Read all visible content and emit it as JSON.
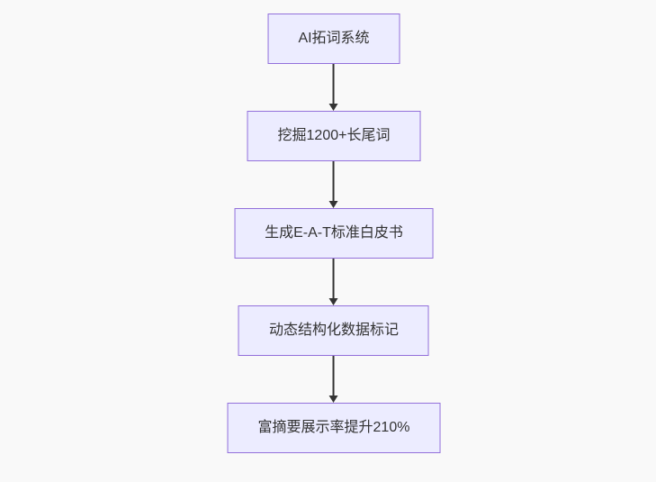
{
  "diagram": {
    "type": "flowchart",
    "direction": "top-down",
    "colors": {
      "background": "#f9f9f9",
      "node_fill": "#ECECFF",
      "node_border": "#9370DB",
      "edge": "#333333",
      "text": "#333333"
    },
    "nodes": [
      {
        "label": "AI拓词系统"
      },
      {
        "label": "挖掘1200+长尾词"
      },
      {
        "label": "生成E-A-T标准白皮书"
      },
      {
        "label": "动态结构化数据标记"
      },
      {
        "label": "富摘要展示率提升210%"
      }
    ],
    "edges": [
      {
        "from": 0,
        "to": 1
      },
      {
        "from": 1,
        "to": 2
      },
      {
        "from": 2,
        "to": 3
      },
      {
        "from": 3,
        "to": 4
      }
    ]
  }
}
